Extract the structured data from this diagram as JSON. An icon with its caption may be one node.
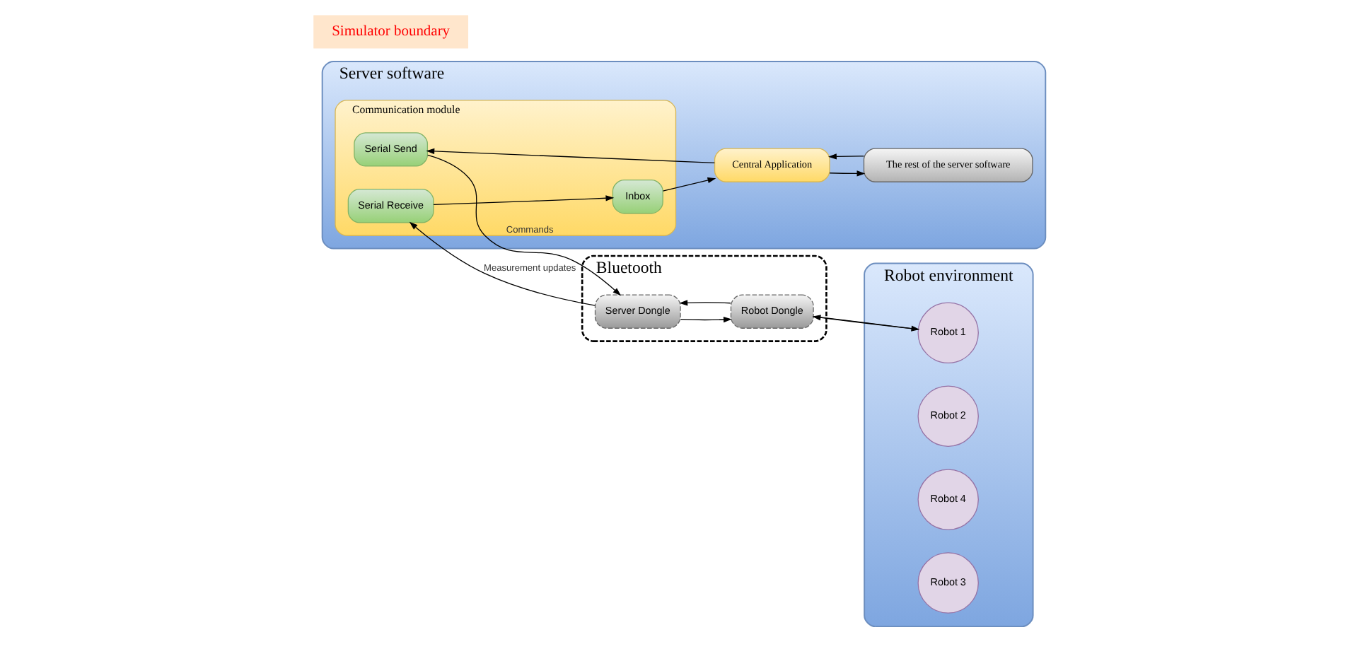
{
  "diagram": {
    "nodes": [
      {
        "text": [
          "Server software"
        ]
      },
      {
        "text": [
          "Central Application"
        ],
        "in": 0
      },
      {
        "text": [
          "The rest of the server software"
        ],
        "in": 0
      },
      {
        "text": [
          "Communication module"
        ],
        "in": 0
      },
      {
        "text": [
          "Serial Send"
        ],
        "in": 3
      },
      {
        "text": [
          "Inbox"
        ],
        "in": 3
      },
      {
        "text": [
          "Serial Receive"
        ],
        "in": 3
      },
      {
        "text": [
          "Bluetooth"
        ]
      },
      {
        "text": [
          "Server Dongle"
        ],
        "in": 7
      },
      {
        "text": [
          "Robot Dongle"
        ],
        "in": 7
      },
      {
        "text": [
          "Robot environment"
        ]
      },
      {
        "text": [
          "Robot 1"
        ],
        "in": 10
      },
      {
        "text": [
          "Robot 2"
        ],
        "in": 10
      },
      {
        "text": [
          "Robot 4"
        ],
        "in": 10
      },
      {
        "text": [
          "Robot 3"
        ],
        "in": 10
      }
    ],
    "edges": [
      {
        "from": 1,
        "to": 4,
        "arrow": "to"
      },
      {
        "from": 5,
        "to": 1,
        "arrow": "to"
      },
      {
        "from": 1,
        "to": 2,
        "arrow": "to"
      },
      {
        "from": 2,
        "to": 1,
        "arrow": "to"
      },
      {
        "from": 4,
        "to": 8,
        "arrow": "to",
        "label": "Commands"
      },
      {
        "from": 8,
        "to": 6,
        "arrow": "to",
        "label": "Measurement updates"
      },
      {
        "from": 8,
        "to": 9,
        "arrow": "to"
      },
      {
        "from": 9,
        "to": 8,
        "arrow": "to"
      },
      {
        "from": 9,
        "to": 11,
        "arrow": "to"
      },
      {
        "from": 11,
        "to": 9,
        "arrow": "to"
      },
      {
        "from": 6,
        "to": 5,
        "arrow": "to"
      }
    ],
    "labels": [
      "Simulator boundary"
    ]
  }
}
